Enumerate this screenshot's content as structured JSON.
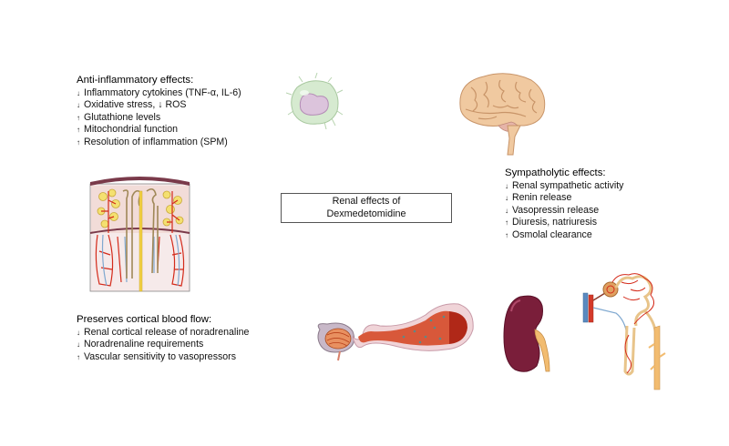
{
  "title": "Renal effects of Dexmedetomidine",
  "center_box": {
    "line1": "Renal effects of",
    "line2": "Dexmedetomidine"
  },
  "arrows": {
    "down": "↓",
    "up": "↑"
  },
  "anti_inflammatory": {
    "heading": "Anti-inflammatory effects:",
    "items": [
      {
        "dir": "down",
        "text": "Inflammatory cytokines (TNF-α, IL-6)"
      },
      {
        "dir": "down",
        "text": "Oxidative stress, ↓ ROS"
      },
      {
        "dir": "up",
        "text": "Glutathione levels"
      },
      {
        "dir": "up",
        "text": "Mitochondrial function"
      },
      {
        "dir": "up",
        "text": "Resolution of inflammation (SPM)"
      }
    ]
  },
  "sympatholytic": {
    "heading": "Sympatholytic effects:",
    "items": [
      {
        "dir": "down",
        "text": "Renal sympathetic activity"
      },
      {
        "dir": "down",
        "text": "Renin release"
      },
      {
        "dir": "down",
        "text": "Vasopressin release"
      },
      {
        "dir": "up",
        "text": "Diuresis, natriuresis"
      },
      {
        "dir": "up",
        "text": "Osmolal clearance"
      }
    ]
  },
  "cortical_flow": {
    "heading": "Preserves cortical blood flow:",
    "items": [
      {
        "dir": "down",
        "text": "Renal cortical release of noradrenaline"
      },
      {
        "dir": "down",
        "text": "Noradrenaline requirements"
      },
      {
        "dir": "up",
        "text": "Vascular sensitivity to vasopressors"
      }
    ]
  },
  "illustrations": [
    "immune-cell",
    "brain",
    "kidney-cortex-section",
    "glomerulus-tubule",
    "kidney",
    "nephron"
  ],
  "colors": {
    "text": "#111111",
    "box_border": "#555555",
    "blood_red": "#d42a1a",
    "vein_blue": "#7fa8d0",
    "tubule_tan": "#e8c48a",
    "kidney": "#7a1e3a"
  }
}
